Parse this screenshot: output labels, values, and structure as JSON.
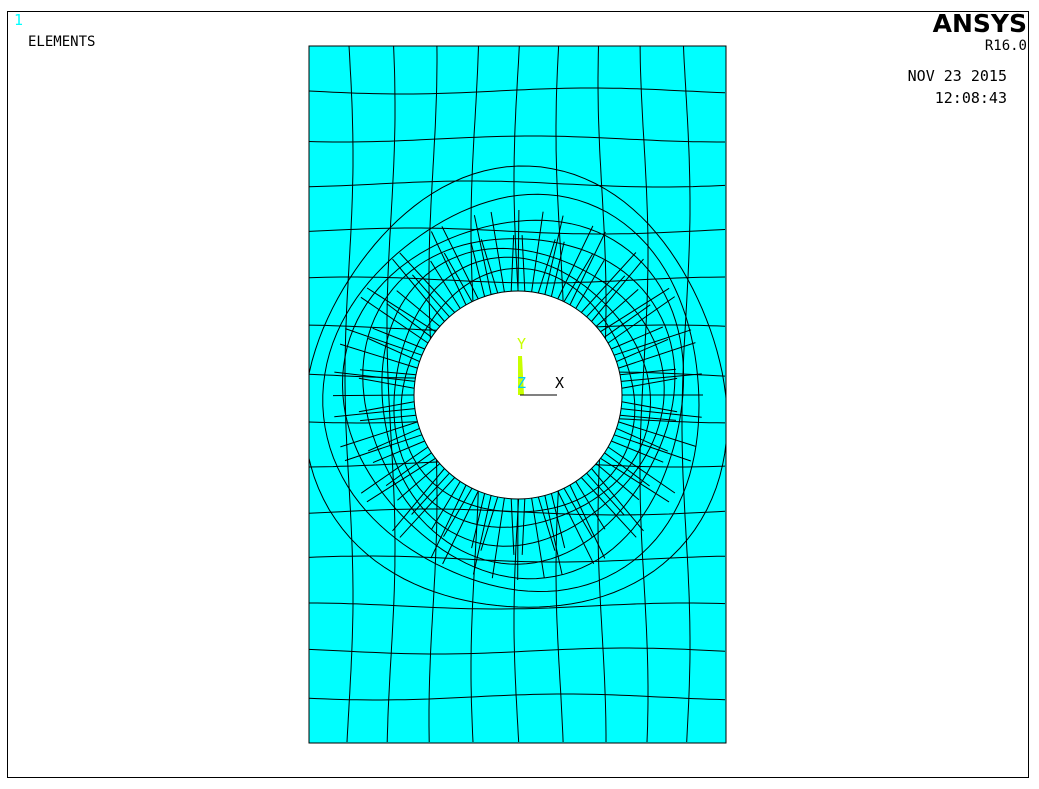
{
  "window": {
    "number": "1",
    "label": "ELEMENTS"
  },
  "brand": {
    "name": "ANSYS",
    "release": "R16.0"
  },
  "timestamp": {
    "date": "NOV 23 2015",
    "time": "12:08:43"
  },
  "triad": {
    "x": "X",
    "y": "Y",
    "z": "Z"
  },
  "colors": {
    "mesh_fill": "#00ffff",
    "mesh_lines": "#000000",
    "window_number": "#00ffff",
    "triad_y": "#c8ff00",
    "triad_z": "#00c8ff",
    "background": "#ffffff"
  }
}
